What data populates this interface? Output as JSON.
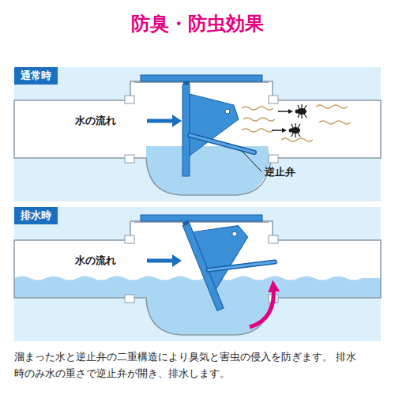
{
  "diagram": {
    "title": "防臭・防虫効果",
    "caption": "溜まった水と逆止弁の二重構造により臭気と害虫の侵入を防ぎます。 排水時のみ水の重さで逆止弁が開き、排水します。",
    "nodes": [
      {
        "text": [
          "通常時"
        ]
      },
      {
        "text": [
          "排水時"
        ]
      }
    ],
    "labels": [
      "水の流れ",
      "逆止弁",
      "水の流れ"
    ]
  }
}
